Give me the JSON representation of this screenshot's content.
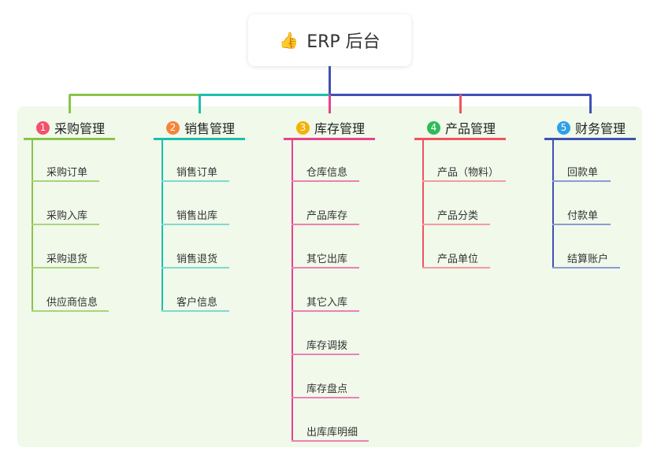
{
  "root": {
    "icon": "thumbs-up-icon",
    "title": "ERP 后台"
  },
  "branches": [
    {
      "num": "1",
      "title": "采购管理",
      "color": "#8bc34a",
      "badge": "#f5506b",
      "light": "#a9d47a",
      "items": [
        "采购订单",
        "采购入库",
        "采购退货",
        "供应商信息"
      ]
    },
    {
      "num": "2",
      "title": "销售管理",
      "color": "#1dbfae",
      "badge": "#f5843a",
      "light": "#7fd9cf",
      "items": [
        "销售订单",
        "销售出库",
        "销售退货",
        "客户信息"
      ]
    },
    {
      "num": "3",
      "title": "库存管理",
      "color": "#e8418f",
      "badge": "#f5b10a",
      "light": "#ee7fb3",
      "items": [
        "仓库信息",
        "产品库存",
        "其它出库",
        "其它入库",
        "库存调拨",
        "库存盘点",
        "出库库明细"
      ]
    },
    {
      "num": "4",
      "title": "产品管理",
      "color": "#f2525e",
      "badge": "#2dbb5a",
      "light": "#f59aa0",
      "items": [
        "产品（物料）",
        "产品分类",
        "产品单位"
      ]
    },
    {
      "num": "5",
      "title": "财务管理",
      "color": "#3f51b5",
      "badge": "#2f9fe8",
      "light": "#8d9ad6",
      "items": [
        "回款单",
        "付款单",
        "结算账户"
      ]
    }
  ]
}
